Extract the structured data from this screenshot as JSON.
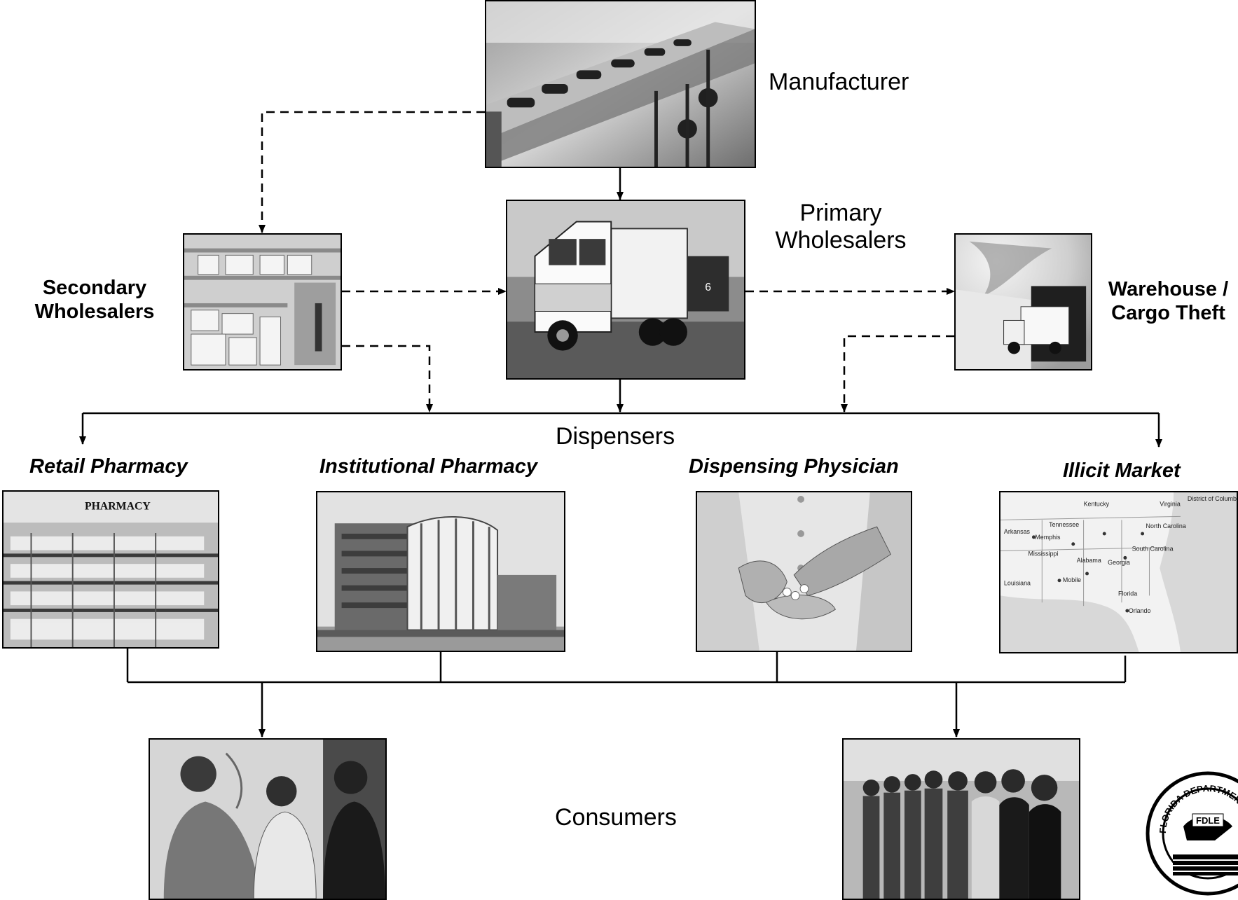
{
  "nodes": {
    "manufacturer": "Manufacturer",
    "primary_wholesalers": [
      "Primary",
      "Wholesalers"
    ],
    "secondary_wholesalers": [
      "Secondary",
      "Wholesalers"
    ],
    "warehouse_cargo_theft": [
      "Warehouse /",
      "Cargo Theft"
    ],
    "dispensers": "Dispensers",
    "retail_pharmacy": "Retail Pharmacy",
    "institutional_pharmacy": "Institutional Pharmacy",
    "dispensing_physician": "Dispensing Physician",
    "illicit_market": "Illicit Market",
    "consumers": "Consumers"
  },
  "photo_text": {
    "pharmacy_sign": "PHARMACY",
    "dock_number": "6"
  },
  "map_labels": [
    "Kentucky",
    "Virginia",
    "District of Columbia",
    "Tennessee",
    "North Carolina",
    "Arkansas",
    "Memphis",
    "South Carolina",
    "Mississippi",
    "Alabama",
    "Georgia",
    "Louisiana",
    "Mobile",
    "Florida",
    "Orlando"
  ],
  "logo": {
    "name": "FLORIDA DEPARTMENT OF LAW ENFORCEMENT seal",
    "text": "FLORIDA DEPARTMENT OF",
    "abbrev": "FDLE"
  }
}
